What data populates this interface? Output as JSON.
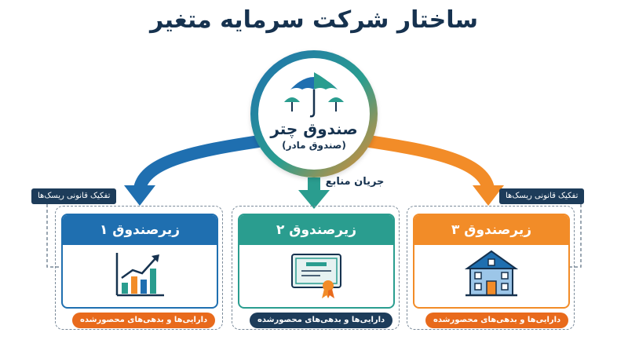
{
  "title": "ساختار شرکت سرمایه متغیر",
  "hub": {
    "title": "صندوق چتر",
    "subtitle": "(صندوق مادر)",
    "icon": "umbrella-icon"
  },
  "flow_label": "جریان منابع",
  "risk_tag": "تفکیک قانونی ریسک‌ها",
  "funds": [
    {
      "title": "زیرصندوق ۱",
      "icon": "growth-chart-icon",
      "color": "#1f6fb0",
      "pill": "دارایی‌ها و بدهی‌های محصورشده",
      "pill_color": "#e86a1c"
    },
    {
      "title": "زیرصندوق ۲",
      "icon": "certificate-icon",
      "color": "#2a9d8f",
      "pill": "دارایی‌ها و بدهی‌های محصورشده",
      "pill_color": "#1d3c5a"
    },
    {
      "title": "زیرصندوق ۳",
      "icon": "building-icon",
      "color": "#f28c28",
      "pill": "دارایی‌ها و بدهی‌های محصورشده",
      "pill_color": "#e86a1c"
    }
  ],
  "colors": {
    "navy": "#1d3c5a",
    "blue": "#1f6fb0",
    "teal": "#2a9d8f",
    "orange": "#f28c28"
  }
}
